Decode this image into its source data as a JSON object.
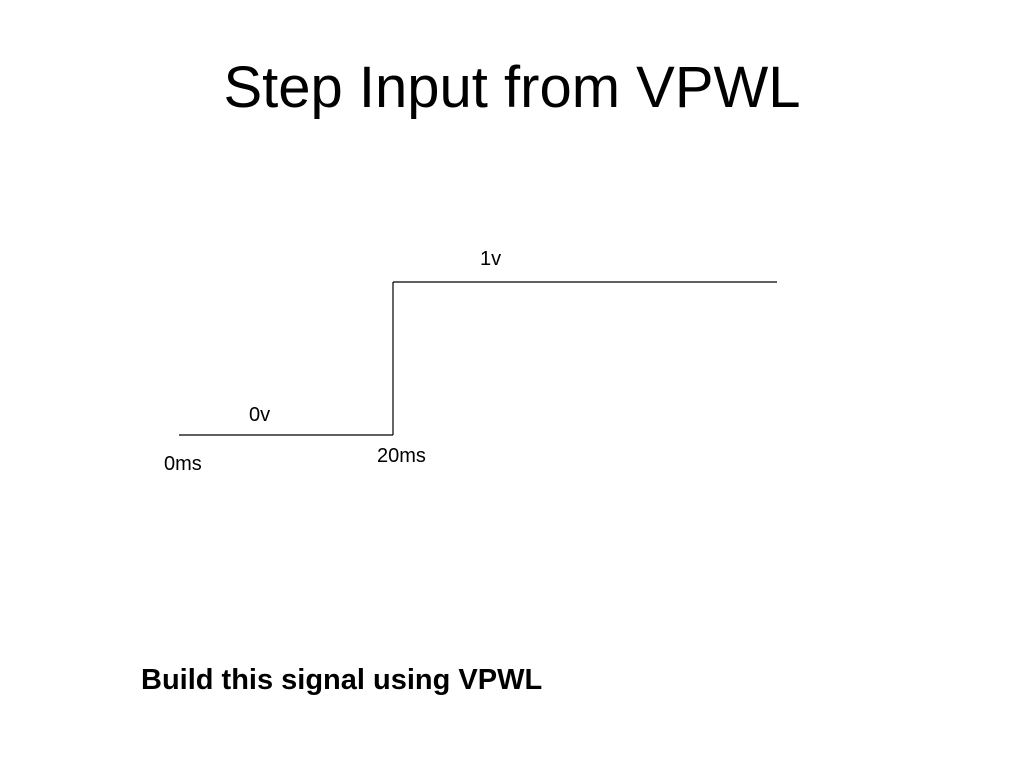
{
  "slide": {
    "title": "Step Input from VPWL",
    "instruction": "Build this signal using VPWL"
  },
  "signal": {
    "low_level_label": "0v",
    "high_level_label": "1v",
    "start_time_label": "0ms",
    "step_time_label": "20ms",
    "line_color": "#000000"
  }
}
